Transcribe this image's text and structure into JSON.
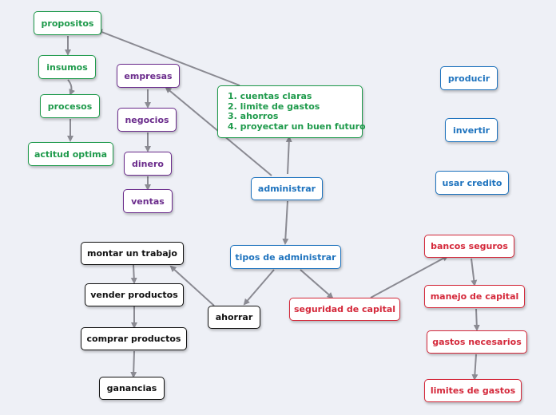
{
  "nodes": {
    "propositos": "propositos",
    "insumos": "insumos",
    "procesos": "procesos",
    "actitud_optima": "actitud optima",
    "empresas": "empresas",
    "negocios": "negocios",
    "dinero": "dinero",
    "ventas": "ventas",
    "goals_list": [
      "1. cuentas claras",
      "2. limite de gastos",
      "3. ahorros",
      "4. proyectar un buen futuro"
    ],
    "producir": "producir",
    "invertir": "invertir",
    "usar_credito": "usar credito",
    "administrar": "administrar",
    "tipos_de_administrar": "tipos de administrar",
    "montar_un_trabajo": "montar un trabajo",
    "vender_productos": "vender productos",
    "comprar_productos": "comprar productos",
    "ganancias": "ganancias",
    "ahorrar": "ahorrar",
    "seguridad_de_capital": "seguridad de capital",
    "bancos_seguros": "bancos seguros",
    "manejo_de_capital": "manejo de capital",
    "gastos_necesarios": "gastos necesarios",
    "limites_de_gastos": "limites de gastos"
  },
  "colors": {
    "green": "#1e9a4b",
    "purple": "#6b2c8c",
    "blue": "#1e73be",
    "red": "#d4283a",
    "black": "#111111",
    "edge": "#8a8a92",
    "background": "#eef0f6"
  }
}
